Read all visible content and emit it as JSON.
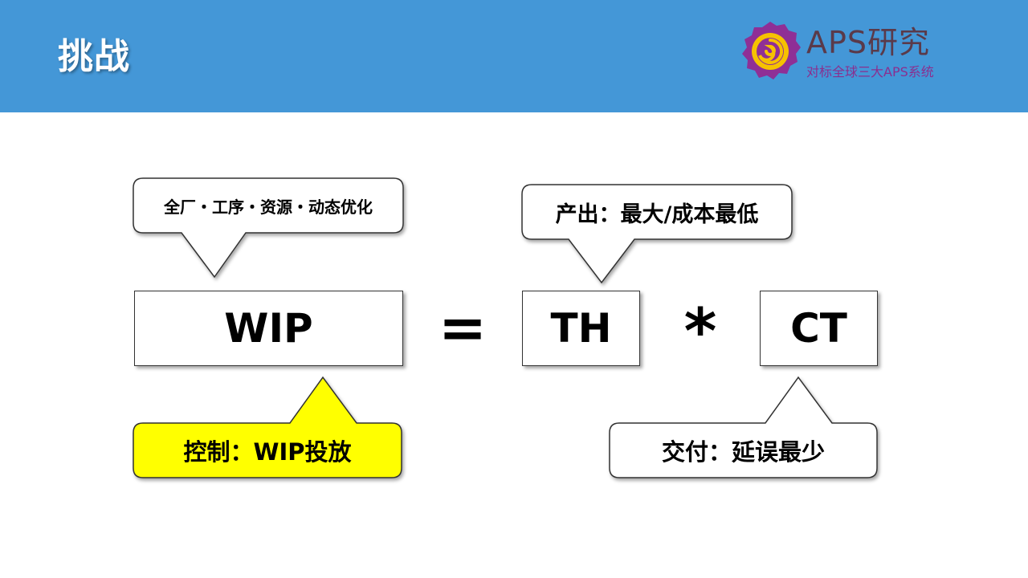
{
  "header": {
    "title": "挑战",
    "logo_main": "APS研究",
    "logo_sub": "对标全球三大APS系统",
    "background": "#4497d7"
  },
  "formula": {
    "wip": "WIP",
    "equals": "=",
    "th": "TH",
    "times": "*",
    "ct": "CT"
  },
  "callouts": {
    "top_left": "全厂・工序・资源・动态优化",
    "top_right": "产出：最大/成本最低",
    "bottom_left": "控制：WIP投放",
    "bottom_right": "交付：延误最少",
    "highlight_color": "#ffff00"
  }
}
